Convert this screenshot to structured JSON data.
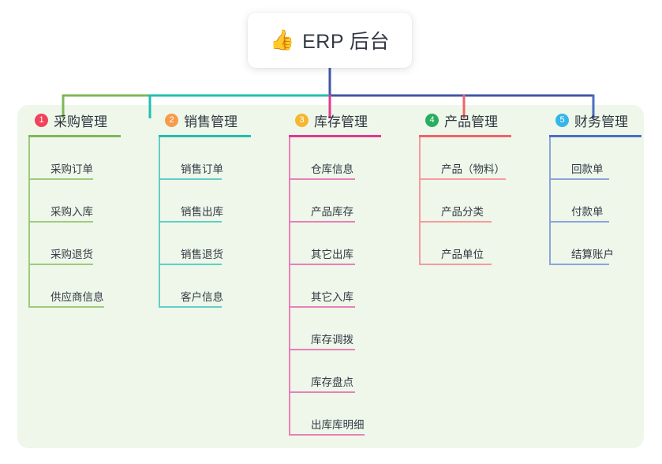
{
  "page": {
    "background": "#ffffff",
    "panel_background": "#eef7ea"
  },
  "root": {
    "icon": "thumbs-up-icon",
    "emoji": "👍",
    "title": "ERP 后台",
    "stem_color": "#4156a6"
  },
  "trunk": {
    "colors": {
      "purple": "#4156a6",
      "green": "#7fb756",
      "teal": "#21bfb0",
      "pink": "#e2398f",
      "red": "#f2636a",
      "blue": "#4a6fc4"
    }
  },
  "branches": [
    {
      "number": "1",
      "title": "采购管理",
      "badge_color": "#f1435c",
      "line_color": "#7fb756",
      "leaf_line_color": "#9ecb7c",
      "width": 165,
      "underline_width": 117,
      "items": [
        {
          "label": "采购订单",
          "rule_width": 82
        },
        {
          "label": "采购入库",
          "rule_width": 82
        },
        {
          "label": "采购退货",
          "rule_width": 82
        },
        {
          "label": "供应商信息",
          "rule_width": 96
        }
      ]
    },
    {
      "number": "2",
      "title": "销售管理",
      "badge_color": "#f79b4a",
      "line_color": "#21bfb0",
      "leaf_line_color": "#62cfc4",
      "width": 165,
      "underline_width": 117,
      "items": [
        {
          "label": "销售订单",
          "rule_width": 80
        },
        {
          "label": "销售出库",
          "rule_width": 80
        },
        {
          "label": "销售退货",
          "rule_width": 80
        },
        {
          "label": "客户信息",
          "rule_width": 80
        }
      ]
    },
    {
      "number": "3",
      "title": "库存管理",
      "badge_color": "#f5b731",
      "line_color": "#e2398f",
      "leaf_line_color": "#ea7fb8",
      "width": 165,
      "underline_width": 117,
      "items": [
        {
          "label": "仓库信息",
          "rule_width": 84
        },
        {
          "label": "产品库存",
          "rule_width": 84
        },
        {
          "label": "其它出库",
          "rule_width": 84
        },
        {
          "label": "其它入库",
          "rule_width": 84
        },
        {
          "label": "库存调拨",
          "rule_width": 84
        },
        {
          "label": "库存盘点",
          "rule_width": 84
        },
        {
          "label": "出库库明细",
          "rule_width": 96
        }
      ]
    },
    {
      "number": "4",
      "title": "产品管理",
      "badge_color": "#27ae60",
      "line_color": "#f2636a",
      "leaf_line_color": "#f79a9e",
      "width": 165,
      "underline_width": 117,
      "items": [
        {
          "label": "产品（物料）",
          "rule_width": 110
        },
        {
          "label": "产品分类",
          "rule_width": 92
        },
        {
          "label": "产品单位",
          "rule_width": 92
        }
      ]
    },
    {
      "number": "5",
      "title": "财务管理",
      "badge_color": "#35b6e8",
      "line_color": "#4a6fc4",
      "leaf_line_color": "#8aa4dd",
      "width": 134,
      "underline_width": 117,
      "items": [
        {
          "label": "回款单",
          "rule_width": 76
        },
        {
          "label": "付款单",
          "rule_width": 76
        },
        {
          "label": "结算账户",
          "rule_width": 76
        }
      ]
    }
  ]
}
